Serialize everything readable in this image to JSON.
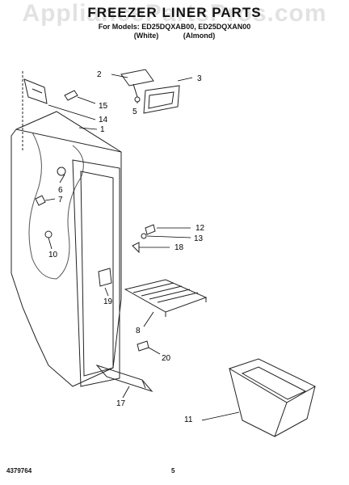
{
  "header": {
    "title": "FREEZER LINER PARTS",
    "subtitle": "For Models: ED25DQXAB00, ED25DQXAN00",
    "variant_left": "(White)",
    "variant_right": "(Almond)"
  },
  "watermark": "AppliancePartsPros.com",
  "footer": {
    "part_number": "4379764",
    "page_number": "5"
  },
  "callouts": [
    "1",
    "2",
    "3",
    "5",
    "6",
    "7",
    "8",
    "10",
    "11",
    "12",
    "13",
    "14",
    "15",
    "17",
    "18",
    "19",
    "20"
  ]
}
